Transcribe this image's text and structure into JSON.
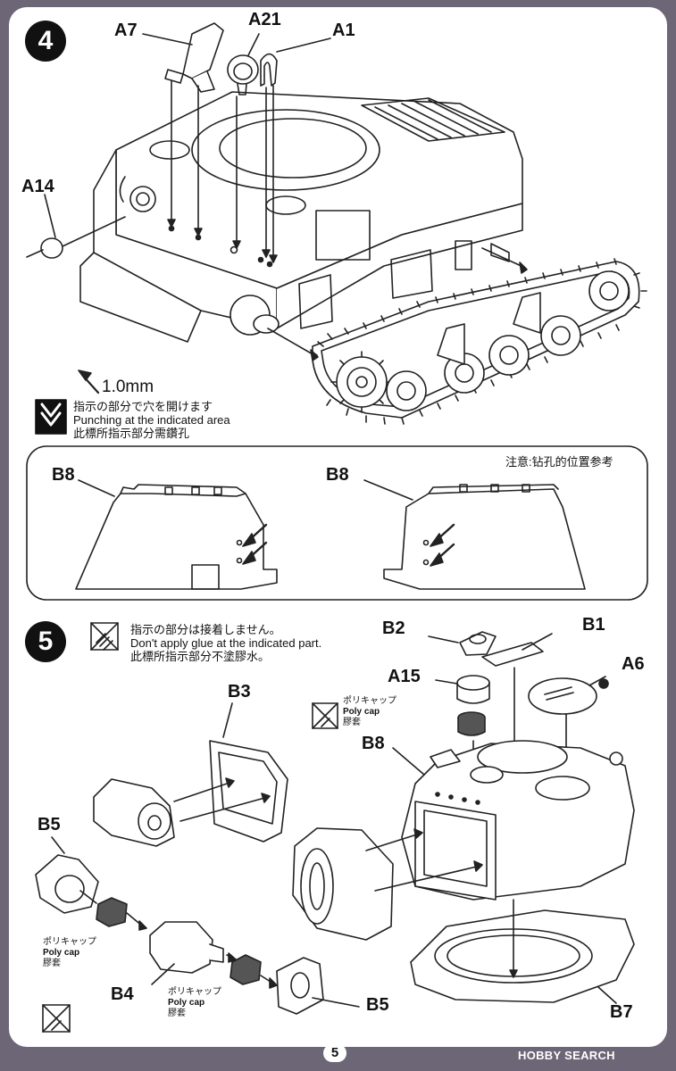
{
  "steps": {
    "step4": "4",
    "step5": "5"
  },
  "parts": {
    "a7": "A7",
    "a21": "A21",
    "a1": "A1",
    "a14": "A14",
    "b8_left": "B8",
    "b8_right": "B8",
    "b2": "B2",
    "b1": "B1",
    "a15": "A15",
    "a6": "A6",
    "b3": "B3",
    "b8_turret": "B8",
    "b5_left": "B5",
    "b4": "B4",
    "b5_bottom": "B5",
    "b7": "B7"
  },
  "drill": {
    "size": "1.0mm",
    "ja": "指示の部分で穴を開けます",
    "en": "Punching at the indicated area",
    "zh": "此標所指示部分需鑽孔"
  },
  "panel_note": "注意:钻孔的位置参考",
  "glue": {
    "ja": "指示の部分は接着しません。",
    "en": "Don't apply glue at the indicated part.",
    "zh": "此標所指示部分不塗膠水。"
  },
  "polycap_top": {
    "ja": "ポリキャップ",
    "en": "Poly cap",
    "zh": "膠套"
  },
  "polycap_left": {
    "ja": "ポリキャップ",
    "en": "Poly cap",
    "zh": "膠套"
  },
  "polycap_mid": {
    "ja": "ポリキャップ",
    "en": "Poly cap",
    "zh": "膠套"
  },
  "page_number": "5",
  "watermark": "HOBBY SEARCH",
  "icons": [
    "drill-icon",
    "no-glue-icon"
  ]
}
